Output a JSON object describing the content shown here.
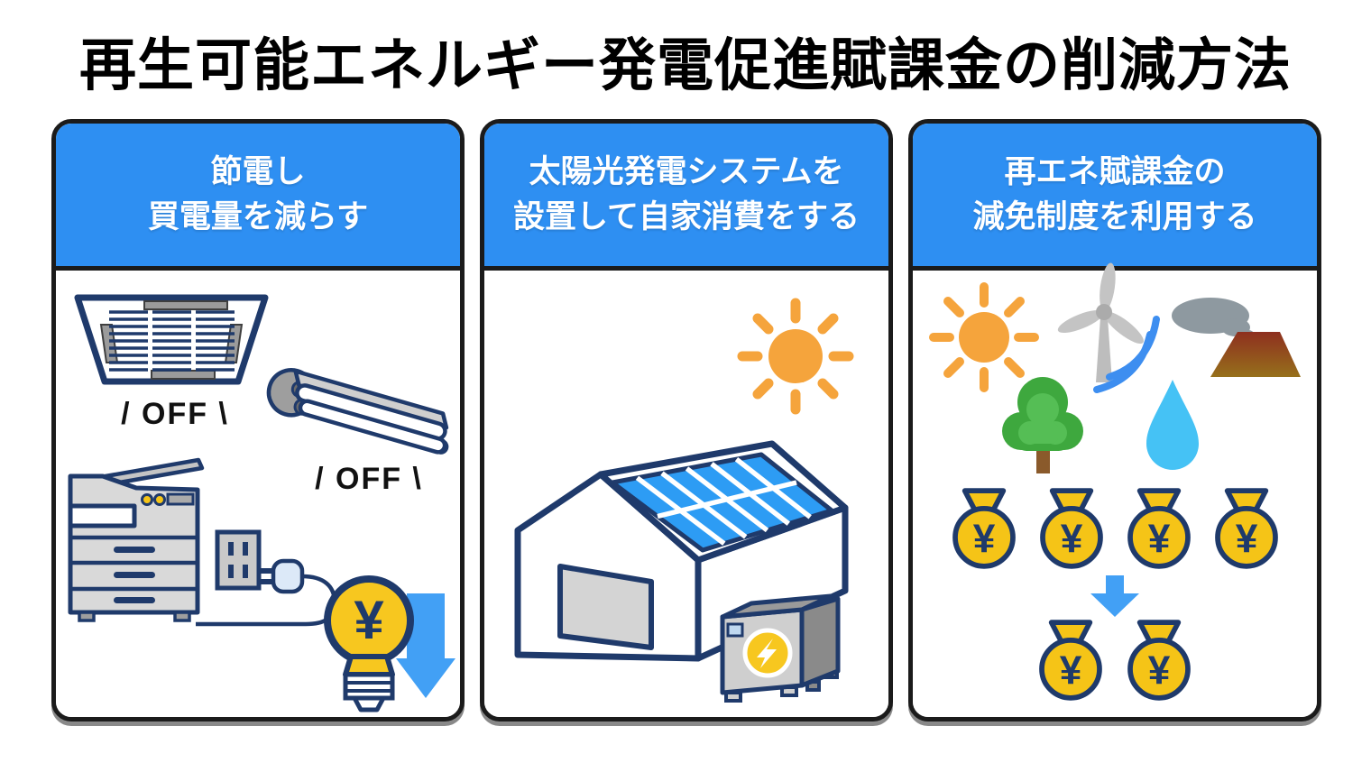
{
  "title": "再生可能エネルギー発電促進賦課金の削減方法",
  "colors": {
    "header_blue": "#2e8ff2",
    "panel_border": "#1b1b1b",
    "outline_navy": "#1f3a6b",
    "accent_yellow": "#f5c417",
    "arrow_blue": "#42a0f5",
    "wind_line_blue": "#3d8ef0",
    "solar_panel_blue": "#2d9cf4",
    "sun_orange": "#f5a43c",
    "tree_green": "#3ea83e",
    "water_blue": "#45c2f5",
    "smoke_gray": "#8e99a0"
  },
  "panels": [
    {
      "id": "save-electricity",
      "header_line1": "節電し",
      "header_line2": "買電量を減らす",
      "aircon_off_label": "/ OFF \\",
      "light_off_label": "/ OFF \\",
      "bulb_yen": "¥",
      "icons": [
        "air-conditioner-icon",
        "ceiling-light-icon",
        "copier-icon",
        "power-outlet-icon",
        "unplugged-plug-icon",
        "yen-lightbulb-icon",
        "cost-down-arrow-icon"
      ]
    },
    {
      "id": "solar-self-consumption",
      "header_line1": "太陽光発電システムを",
      "header_line2": "設置して自家消費をする",
      "icons": [
        "sun-icon",
        "solar-roof-building-icon",
        "power-conditioner-icon"
      ]
    },
    {
      "id": "levy-reduction",
      "header_line1": "再エネ賦課金の",
      "header_line2": "減免制度を利用する",
      "bag_yen": "¥",
      "money_bags_before": 4,
      "money_bags_after": 2,
      "icons": [
        "sun-icon",
        "wind-turbine-icon",
        "geothermal-volcano-icon",
        "tree-icon",
        "water-drop-icon",
        "money-bag-icon",
        "reduction-arrow-icon"
      ]
    }
  ]
}
